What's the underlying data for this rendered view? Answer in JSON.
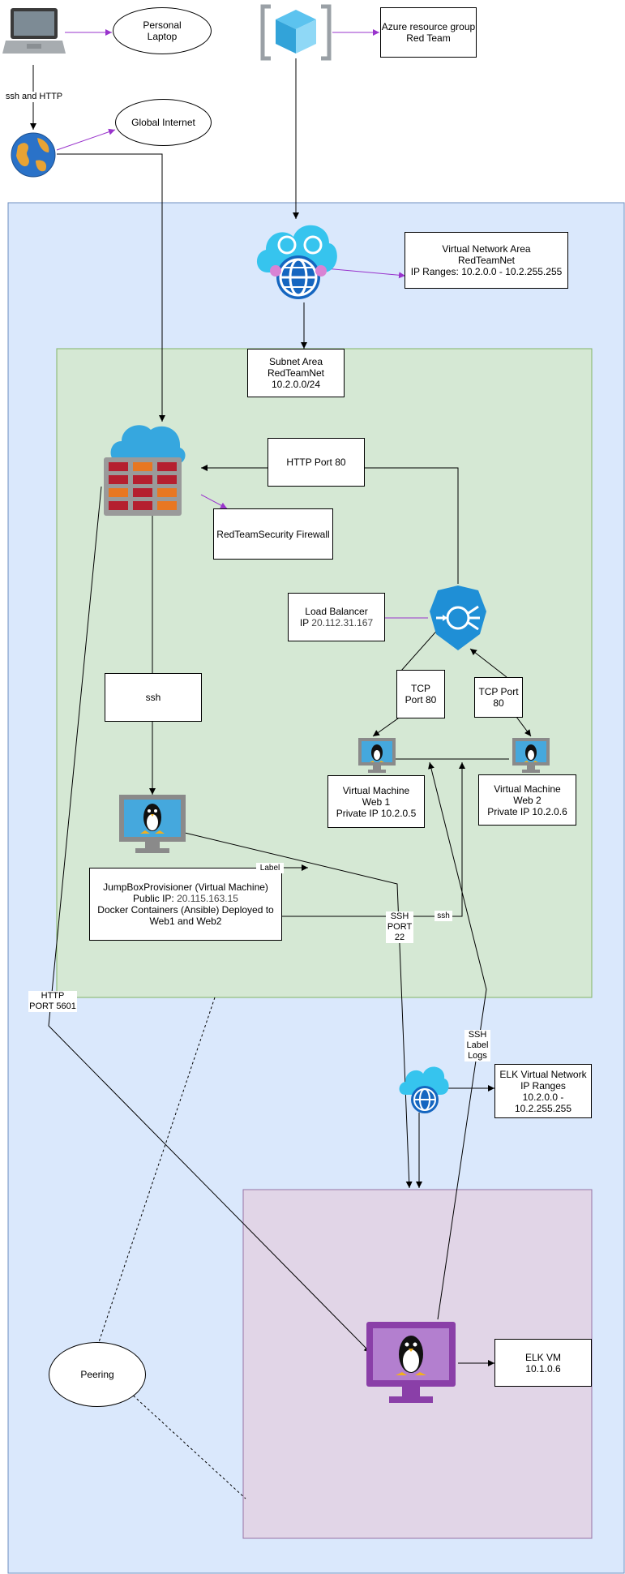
{
  "colors": {
    "outer_region": "#dae8fc",
    "subnet_region": "#d5e8d4",
    "elk_region": "#e1d5e7",
    "accent_arrow": "#9933cc",
    "azure_blue": "#1e90d6"
  },
  "nodes": {
    "personal_laptop": "Personal\nLaptop",
    "global_internet": "Global Internet",
    "resource_group": "Azure resource group\nRed Team",
    "vnet": {
      "line1": "Virtual Network Area",
      "line2": "RedTeamNet",
      "line3": "IP Ranges: 10.2.0.0 - 10.2.255.255"
    },
    "subnet": "Subnet Area\nRedTeamNet\n10.2.0.0/24",
    "http_port_80": "HTTP Port 80",
    "firewall": "RedTeamSecurity Firewall",
    "load_balancer": {
      "line1": "Load Balancer",
      "ip_prefix": "IP ",
      "ip": "20.112.31.167"
    },
    "tcp_port_80_left": "TCP\nPort 80",
    "tcp_port_80_right": "TCP Port\n80",
    "ssh_box": "ssh",
    "web1": "Virtual Machine\nWeb 1\nPrivate IP 10.2.0.5",
    "web2": "Virtual Machine\nWeb 2\nPrivate IP 10.2.0.6",
    "jumpbox": {
      "line1": "JumpBoxProvisioner (Virtual Machine)",
      "ip_prefix": "Public IP: ",
      "ip": "20.115.163.15",
      "line3": "Docker Containers (Ansible) Deployed to",
      "line4": "Web1 and Web2"
    },
    "elk_network": {
      "line1": "ELK Virtual Network",
      "line2": "IP Ranges",
      "line3": "10.2.0.0 -",
      "line4": "10.2.255.255"
    },
    "elk_vm": "ELK VM\n10.1.0.6",
    "peering": "Peering"
  },
  "edge_labels": {
    "ssh_http": "ssh and HTTP",
    "label": "Label",
    "ssh_port_22": "SSH\nPORT\n22",
    "ssh": "ssh",
    "http_5601": "HTTP\nPORT 5601",
    "ssh_label_logs": "SSH\nLabel\nLogs"
  },
  "icons": [
    "laptop-icon",
    "globe-icon",
    "cube-icon",
    "cloud-network-icon",
    "firewall-icon",
    "load-balancer-icon",
    "linux-vm-icon",
    "linux-vm-small-icon",
    "elk-vm-icon",
    "elk-cloud-network-icon"
  ]
}
